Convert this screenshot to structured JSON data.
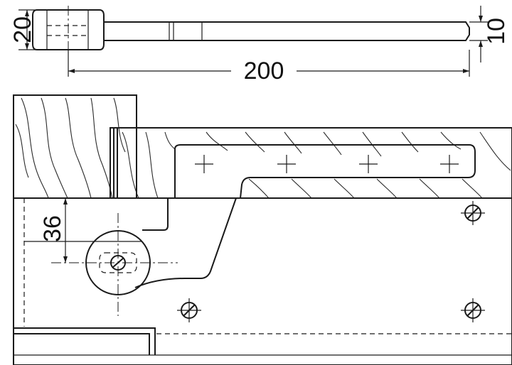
{
  "dimensions": {
    "height_large": "20",
    "height_small": "10",
    "length": "200",
    "pivot_offset": "36"
  },
  "colors": {
    "metal": "#d6d6d6",
    "wood": "#ffffff",
    "line": "#1a1a1a"
  }
}
